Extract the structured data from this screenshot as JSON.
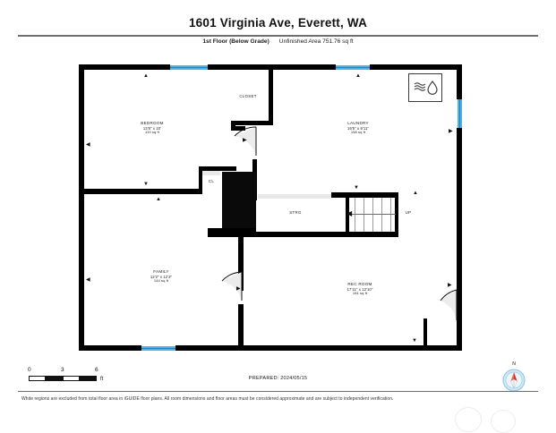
{
  "header": {
    "title": "1601 Virginia Ave, Everett, WA",
    "floor_label": "1st Floor (Below Grade)",
    "area_label": "Unfinished Area 751.76 sq ft"
  },
  "rooms": [
    {
      "name": "BEDROOM",
      "dims": "13'8\" x 10'",
      "area": "119 sq ft"
    },
    {
      "name": "LAUNDRY",
      "dims": "16'5\" x 9'11\"",
      "area": "158 sq ft"
    },
    {
      "name": "FAMILY",
      "dims": "12'2\" x 12'3\"",
      "area": "144 sq ft"
    },
    {
      "name": "REC ROOM",
      "dims": "17'11\" x 12'10\"",
      "area": "181 sq ft"
    }
  ],
  "small_labels": {
    "closet": "CLOSET",
    "cl": "CL",
    "storage": "STRG",
    "up": "UP"
  },
  "scale": {
    "ticks": [
      "0",
      "3",
      "6"
    ],
    "unit": "ft"
  },
  "footer": {
    "prepared": "PREPARED: 2024/05/15",
    "compass_north": "N",
    "disclaimer": "White regions are excluded from total floor area in iGUIDE floor plans. All room dimensions and floor areas must be considered approximate and are subject to independent verification."
  },
  "colors": {
    "wall": "#000000",
    "window": "#4db3e6",
    "rule": "#6e6e6e",
    "compass_needle": "#e03020",
    "compass_face": "#cfe8f5"
  }
}
